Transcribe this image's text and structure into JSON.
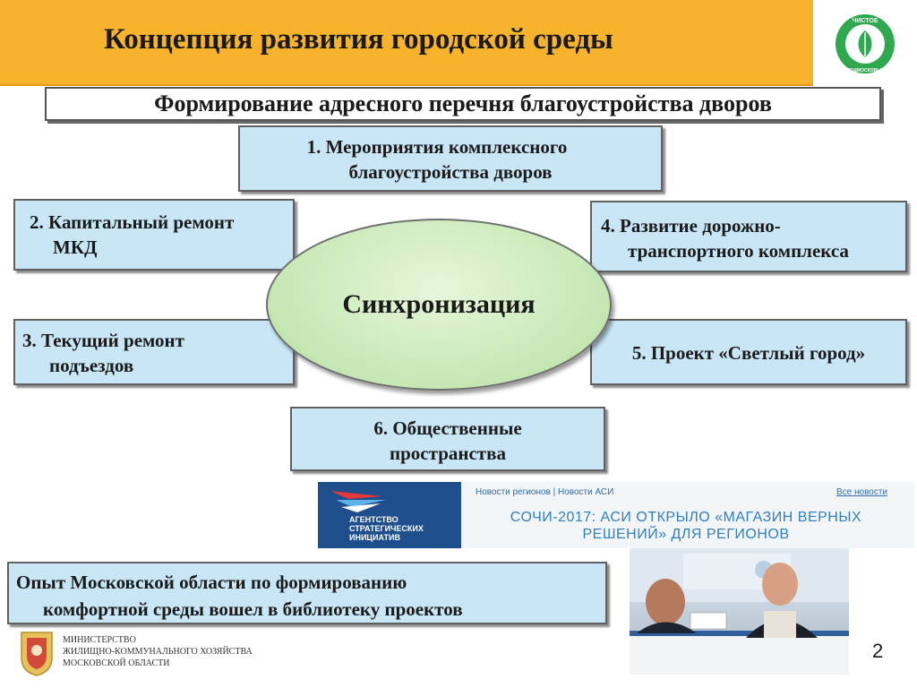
{
  "header": {
    "title": "Концепция развития городской среды",
    "logo_text_top": "ЧИСТОЕ",
    "logo_text_bottom": "ПОДМОСКОВЬЕ",
    "accent_color": "#f7b32b"
  },
  "subtitle": "Формирование адресного перечня благоустройства дворов",
  "center": {
    "label": "Синхронизация"
  },
  "boxes": {
    "b1": {
      "line1": "1.  Мероприятия комплексного",
      "line2": "благоустройства дворов"
    },
    "b2": {
      "line1": "2. Капитальный ремонт",
      "line2": "МКД"
    },
    "b3": {
      "line1": "3. Текущий ремонт",
      "line2": "подъездов"
    },
    "b4": {
      "line1": "4. Развитие дорожно-",
      "line2": "транспортного комплекса"
    },
    "b5": {
      "line1": "5. Проект «Светлый город»"
    },
    "b6": {
      "line1": "6. Общественные",
      "line2": "пространства"
    }
  },
  "banner": {
    "agency_line1": "АГЕНТСТВО",
    "agency_line2": "СТРАТЕГИЧЕСКИХ",
    "agency_line3": "ИНИЦИАТИВ",
    "nav": "Новости регионов  |  Новости АСИ",
    "all_news": "Все новости",
    "headline": "СОЧИ-2017: АСИ ОТКРЫЛО «МАГАЗИН ВЕРНЫХ РЕШЕНИЙ» ДЛЯ РЕГИОНОВ"
  },
  "bottom_box": {
    "line1": "Опыт Московской области по формированию",
    "line2": "комфортной среды вошел в библиотеку проектов"
  },
  "ministry": {
    "line1": "МИНИСТЕРСТВО",
    "line2": "ЖИЛИЩНО-КОММУНАЛЬНОГО ХОЗЯЙСТВА",
    "line3": "МОСКОВСКОЙ ОБЛАСТИ"
  },
  "page_number": "2"
}
